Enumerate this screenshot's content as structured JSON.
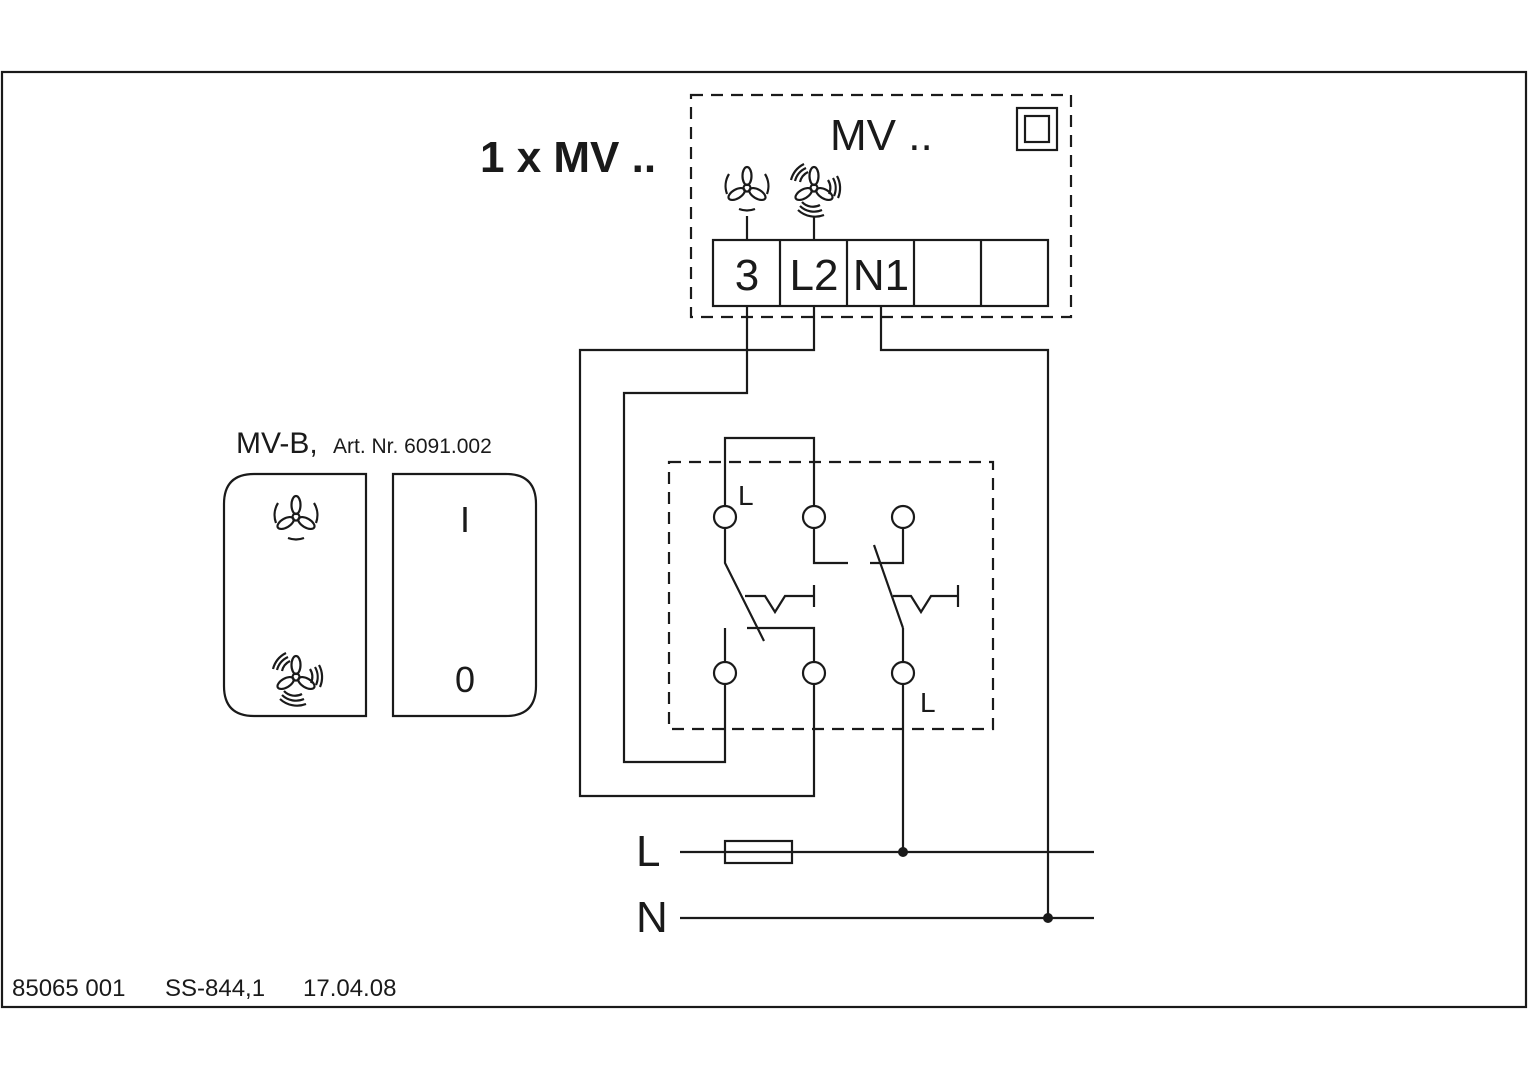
{
  "title": "1 x MV ..",
  "device": {
    "label": "MV ..",
    "terminals": [
      "3",
      "L2",
      "N1",
      "",
      ""
    ],
    "icons": [
      "fan-low-speed-icon",
      "fan-high-speed-icon",
      "double-insulation-icon"
    ]
  },
  "switch": {
    "name": "MV-B,",
    "article": "Art. Nr. 6091.002",
    "rocker_positions": [
      "I",
      "0"
    ],
    "terminal_label_top": "L",
    "terminal_label_bottom": "L"
  },
  "supply": {
    "line": "L",
    "neutral": "N"
  },
  "footer": {
    "doc_number": "85065 001",
    "ref": "SS-844,1",
    "date": "17.04.08"
  }
}
